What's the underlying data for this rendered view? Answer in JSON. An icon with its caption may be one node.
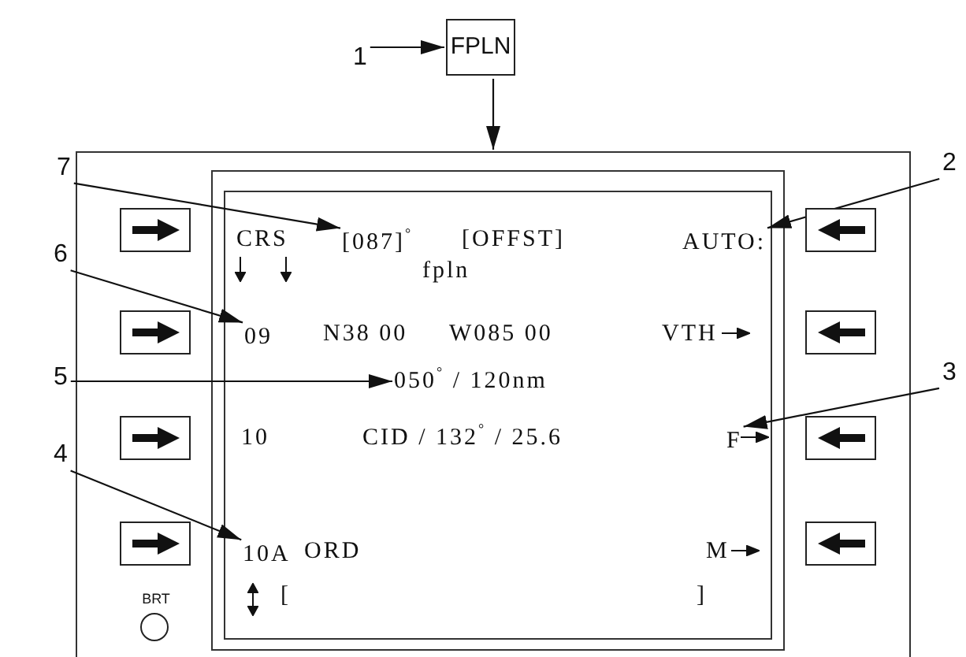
{
  "diagram": {
    "nodes": [
      {
        "text": [
          "1"
        ]
      },
      {
        "text": [
          "FPLN"
        ]
      },
      {
        "text": [],
        "shape": "box"
      },
      {
        "text": [],
        "shape": "box",
        "in": 2
      },
      {
        "text": [
          "7"
        ]
      },
      {
        "text": [
          "2"
        ]
      },
      {
        "text": [
          "[087]$^{°}$"
        ],
        "in": 3
      },
      {
        "text": [
          "AUTO:"
        ],
        "in": 3
      },
      {
        "text": [
          "6"
        ]
      },
      {
        "text": [
          "09"
        ],
        "in": 3
      },
      {
        "text": [
          "5"
        ]
      },
      {
        "text": [
          "050$^{°}$ / 120nm"
        ],
        "in": 3
      },
      {
        "text": [
          "3"
        ]
      },
      {
        "text": [
          "F"
        ],
        "in": 3
      },
      {
        "text": [
          "4"
        ]
      },
      {
        "text": [
          "10A"
        ],
        "in": 3
      },
      {
        "text": [],
        "shape": "box",
        "in": 2
      },
      {
        "text": [],
        "shape": "box",
        "in": 2
      },
      {
        "text": [],
        "shape": "box",
        "in": 2
      },
      {
        "text": [],
        "shape": "box",
        "in": 2
      },
      {
        "text": [],
        "shape": "box",
        "in": 2
      },
      {
        "text": [],
        "shape": "box",
        "in": 2
      },
      {
        "text": [],
        "shape": "box",
        "in": 2
      },
      {
        "text": [],
        "shape": "box",
        "in": 2
      },
      {
        "text": [
          "BRT"
        ],
        "in": 2
      }
    ],
    "edges": [
      {
        "from": 0,
        "to": 1,
        "arrow": "to"
      },
      {
        "from": 1,
        "to": 2,
        "arrow": "to"
      },
      {
        "from": 4,
        "to": 6,
        "arrow": "to"
      },
      {
        "from": 5,
        "to": 7,
        "arrow": "to"
      },
      {
        "from": 8,
        "to": 9,
        "arrow": "to"
      },
      {
        "from": 10,
        "to": 11,
        "arrow": "to"
      },
      {
        "from": 12,
        "to": 13,
        "arrow": "to"
      },
      {
        "from": 14,
        "to": 15,
        "arrow": "to"
      }
    ],
    "labels": [
      "CRS",
      "[OFFST]",
      "fpln",
      "N38 00",
      "W085 00",
      "VTH",
      "10",
      "CID / 132$^{°}$ / 25.6",
      "ORD",
      "M",
      "[",
      "]"
    ]
  }
}
